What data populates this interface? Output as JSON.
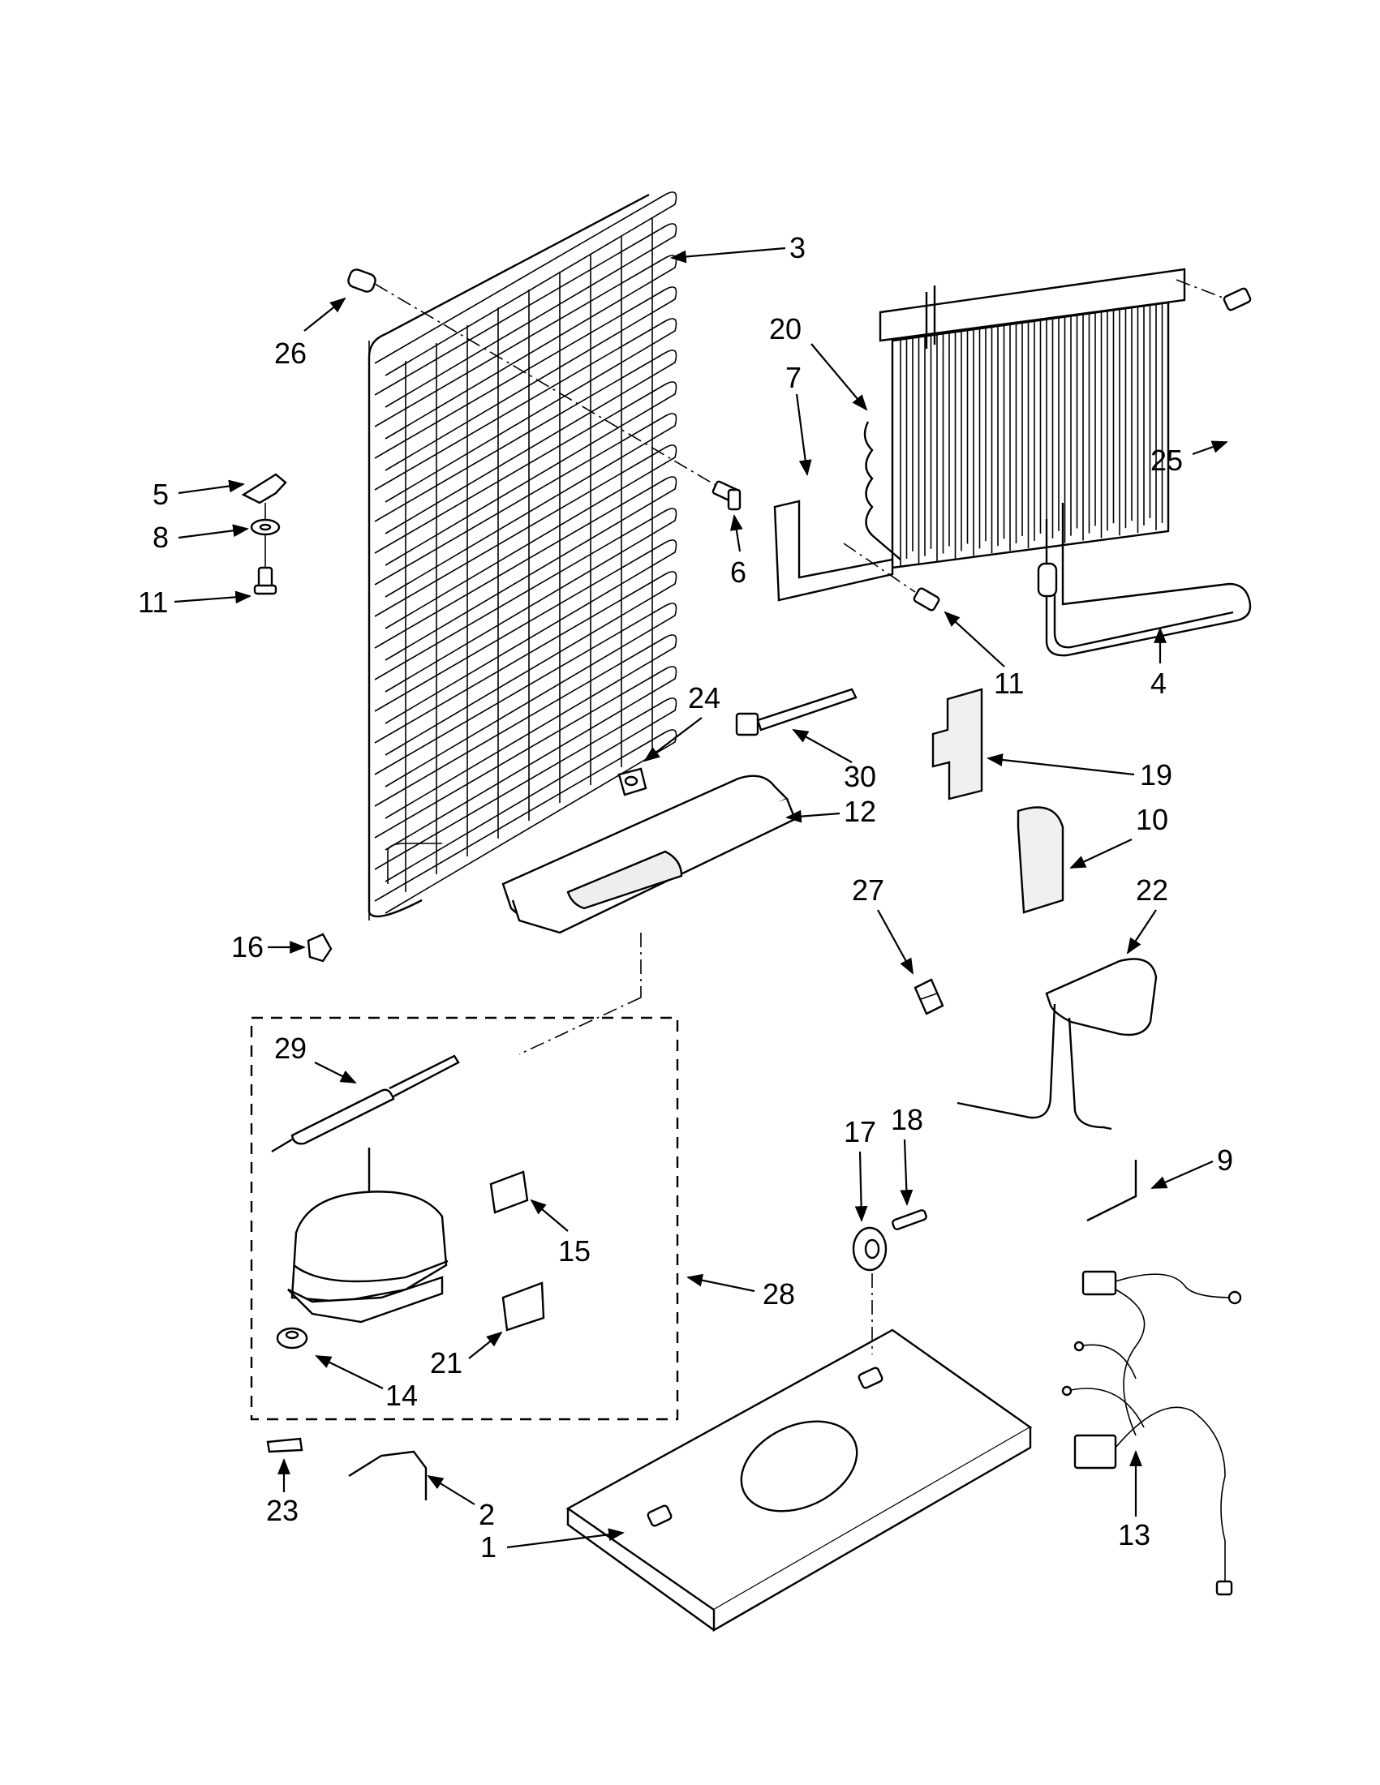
{
  "diagram": {
    "callouts": [
      "1",
      "2",
      "3",
      "4",
      "5",
      "6",
      "7",
      "8",
      "9",
      "10",
      "11",
      "11",
      "12",
      "13",
      "14",
      "15",
      "16",
      "17",
      "18",
      "19",
      "20",
      "21",
      "22",
      "23",
      "24",
      "25",
      "26",
      "27",
      "28",
      "29",
      "30"
    ]
  }
}
